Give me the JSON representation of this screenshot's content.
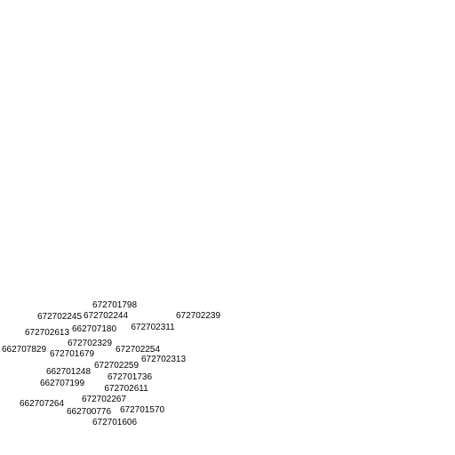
{
  "map": {
    "labels": [
      "672701798",
      "672702245",
      "672702244",
      "672702239",
      "672702613",
      "662707180",
      "672702311",
      "672702329",
      "662707829",
      "672701679",
      "672702254",
      "672702313",
      "672702259",
      "662701248",
      "672701736",
      "662707199",
      "672702611",
      "672702267",
      "662707264",
      "662700776",
      "672701570",
      "672701606"
    ],
    "label_color": "#000000",
    "background_color": "#ffffff"
  }
}
